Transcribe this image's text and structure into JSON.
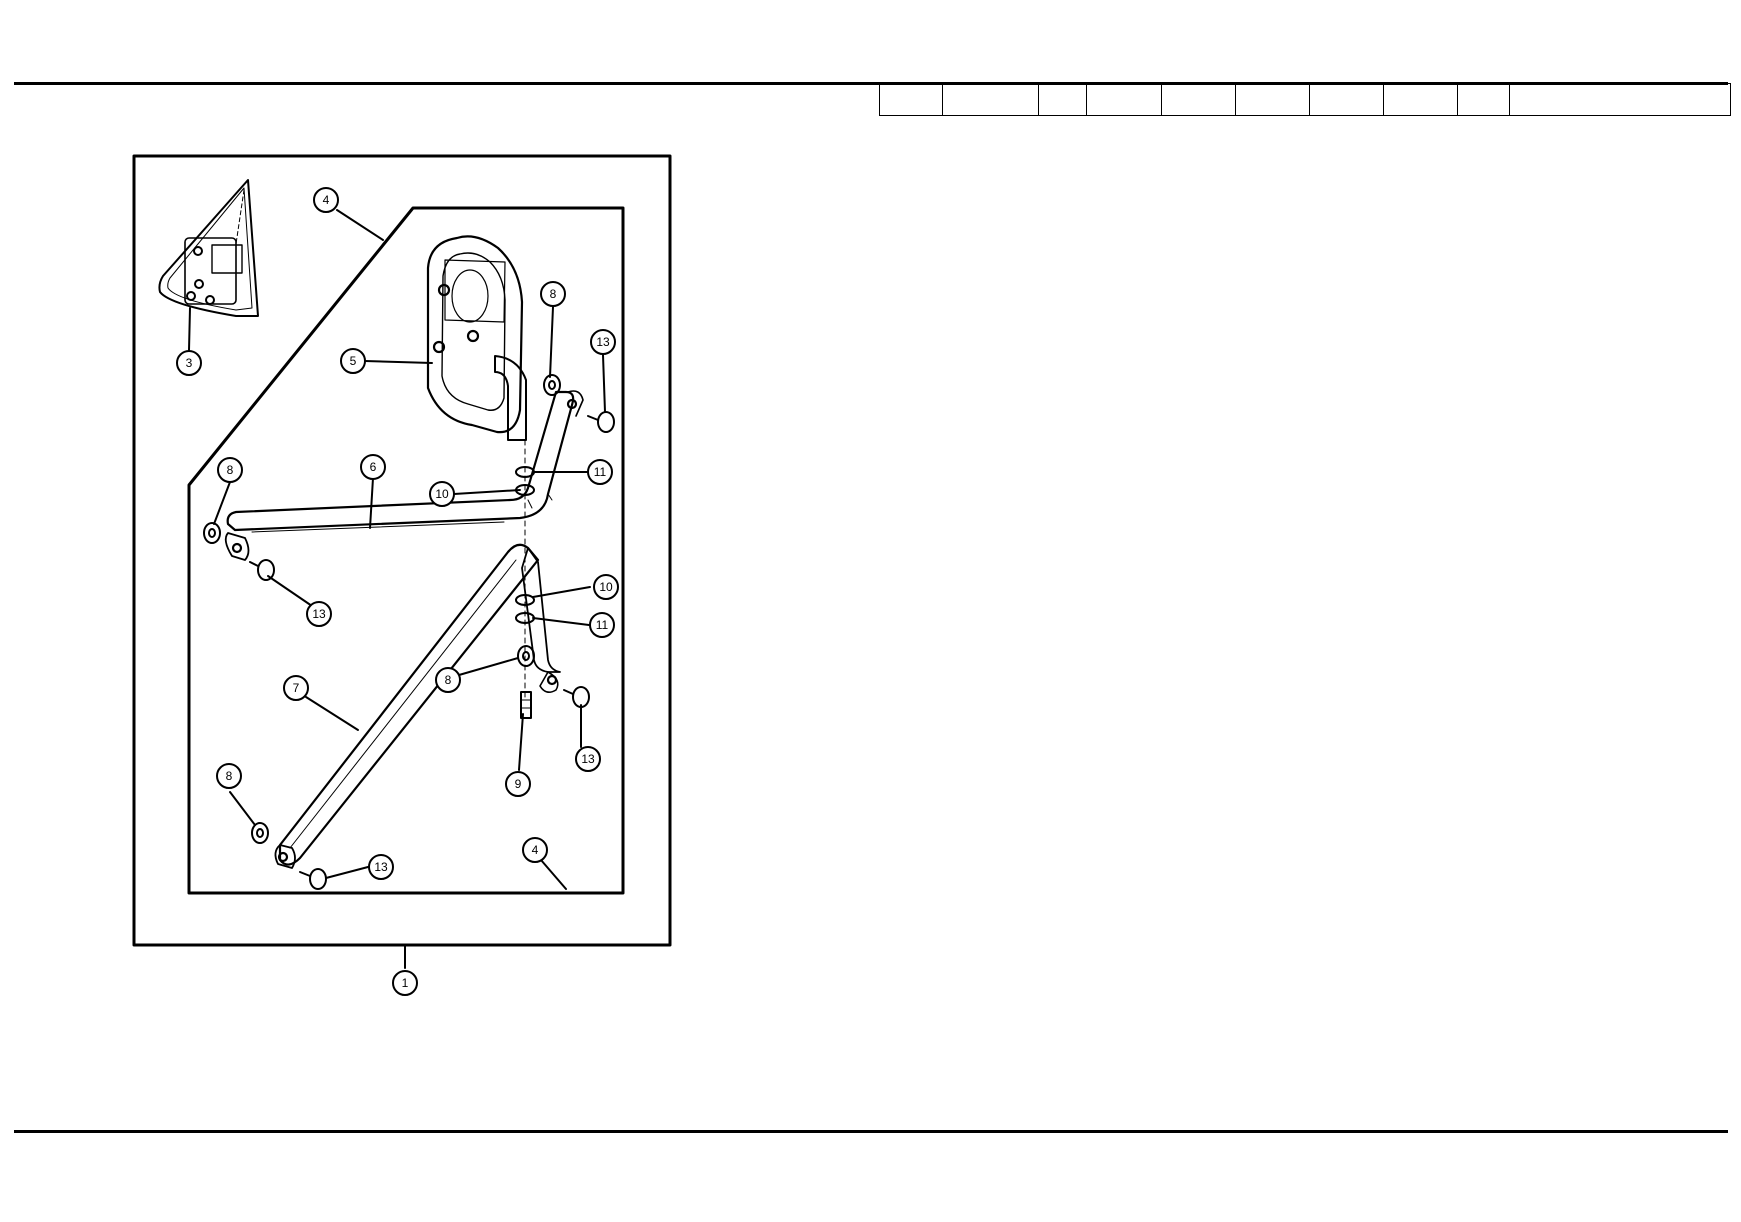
{
  "page": {
    "header_cells": [
      "",
      "",
      "",
      "",
      "",
      "",
      "",
      "",
      "",
      ""
    ]
  },
  "diagram": {
    "callouts": [
      "1",
      "3",
      "4",
      "4",
      "5",
      "6",
      "7",
      "8",
      "8",
      "8",
      "8",
      "9",
      "10",
      "10",
      "11",
      "11",
      "13",
      "13",
      "13",
      "13"
    ]
  }
}
